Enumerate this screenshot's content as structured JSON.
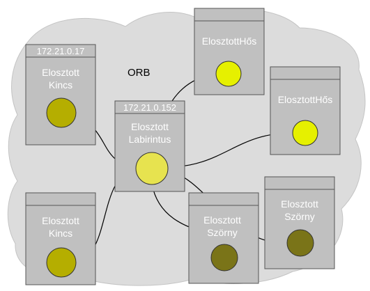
{
  "orb_label": "ORB",
  "colors": {
    "cloud": "#dcdcdc",
    "box_fill": "#c0c0c0",
    "box_stroke": "#555555",
    "text_white": "#ffffff",
    "kincs_ball": "#b5ae00",
    "labirintus_ball": "#e7e34f",
    "hos_ball": "#e6f000",
    "szorny_ball": "#7a7418"
  },
  "nodes": {
    "kincs_top": {
      "ip": "172.21.0.17",
      "line1": "Elosztott",
      "line2": "Kincs"
    },
    "kincs_bottom": {
      "ip": "",
      "line1": "Elosztott",
      "line2": "Kincs"
    },
    "labirintus": {
      "ip": "172.21.0.152",
      "line1": "Elosztott",
      "line2": "Labirintus"
    },
    "hos_top": {
      "ip": "",
      "line1": "ElosztottHős"
    },
    "hos_right": {
      "ip": "",
      "line1": "ElosztottHős"
    },
    "szorny_center": {
      "ip": "",
      "line1": "Elosztott",
      "line2": "Szörny"
    },
    "szorny_right": {
      "ip": "",
      "line1": "Elosztott",
      "line2": "Szörny"
    }
  }
}
